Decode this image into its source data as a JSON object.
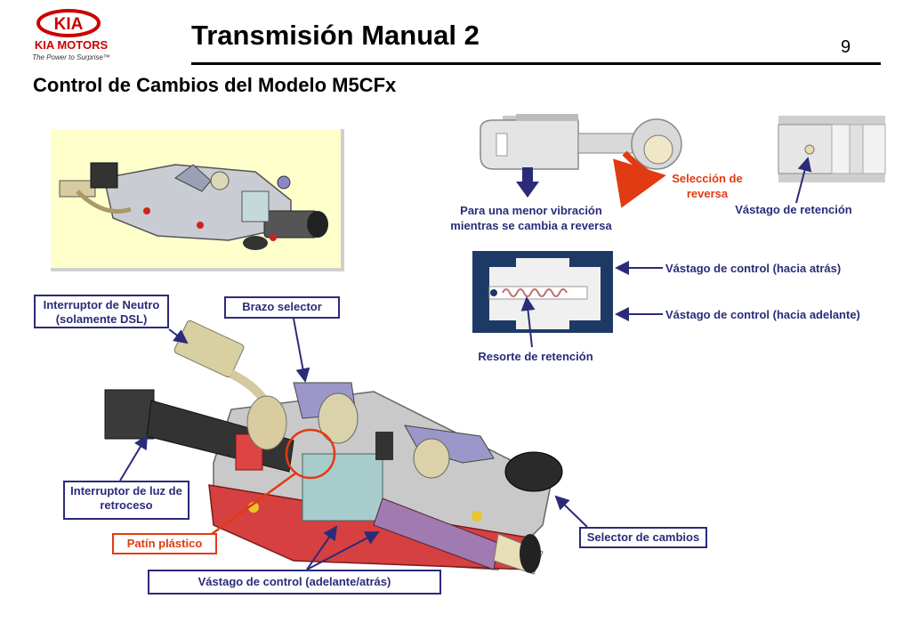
{
  "header": {
    "logo_text": "KIA",
    "logo_company": "KIA MOTORS",
    "logo_tagline": "The Power to Surprise™",
    "title": "Transmisión Manual 2",
    "page_number": "9",
    "subtitle": "Control de Cambios del Modelo M5CFx"
  },
  "top_right": {
    "vibration_label": "Para una menor vibración mientras se cambia a reversa",
    "reverse_label": "Selección de reversa",
    "retention_rod_label": "Vástago de retención",
    "control_rod_back_label": "Vástago de control (hacia atrás)",
    "control_rod_forward_label": "Vástago de control (hacia adelante)",
    "retention_spring_label": "Resorte de retención"
  },
  "callouts": {
    "neutral_switch": "Interruptor de Neutro (solamente DSL)",
    "selector_arm": "Brazo selector",
    "reverse_light_switch": "Interruptor de luz de retroceso",
    "plastic_pad": "Patín plástico",
    "shift_selector": "Selector de cambios",
    "control_rod": "Vástago de control (adelante/atrás)"
  },
  "colors": {
    "callout_blue": "#2b2b7a",
    "accent_red": "#e23a12",
    "thumbnail_bg": "#ffffcc"
  }
}
